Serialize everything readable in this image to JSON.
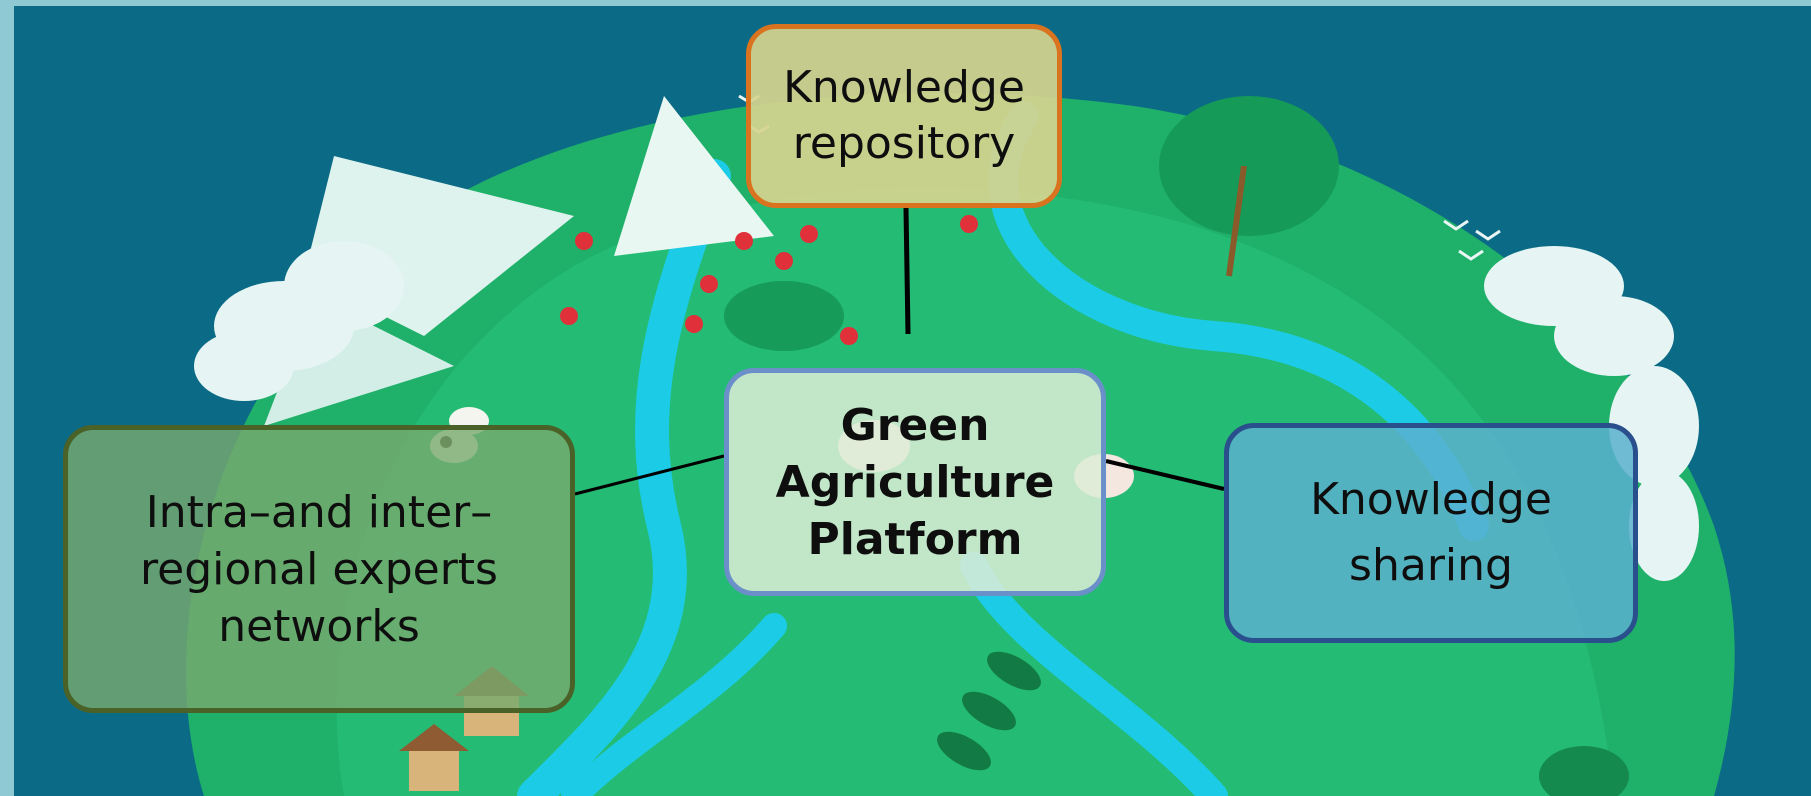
{
  "diagram": {
    "center": {
      "label": "Green\nAgriculture\nPlatform"
    },
    "nodes": {
      "top": {
        "label": "Knowledge\nrepository"
      },
      "left": {
        "label": "Intra–and inter–\nregional experts\nnetworks"
      },
      "right": {
        "label": "Knowledge\nsharing"
      }
    }
  },
  "colors": {
    "background": "#0b6a86",
    "frame": "#8fc9d3",
    "center_border": "#6b8fc9",
    "top_border": "#d9731f",
    "left_border": "#4a6128",
    "right_border": "#2a4f8d",
    "connector": "#000000"
  },
  "background_icons": [
    "globe-landscape",
    "mountain-icon",
    "cloud-icon",
    "tree-icon",
    "flower-icon",
    "river-icon",
    "house-icon",
    "cow-icon",
    "sheep-icon",
    "bird-icon"
  ]
}
